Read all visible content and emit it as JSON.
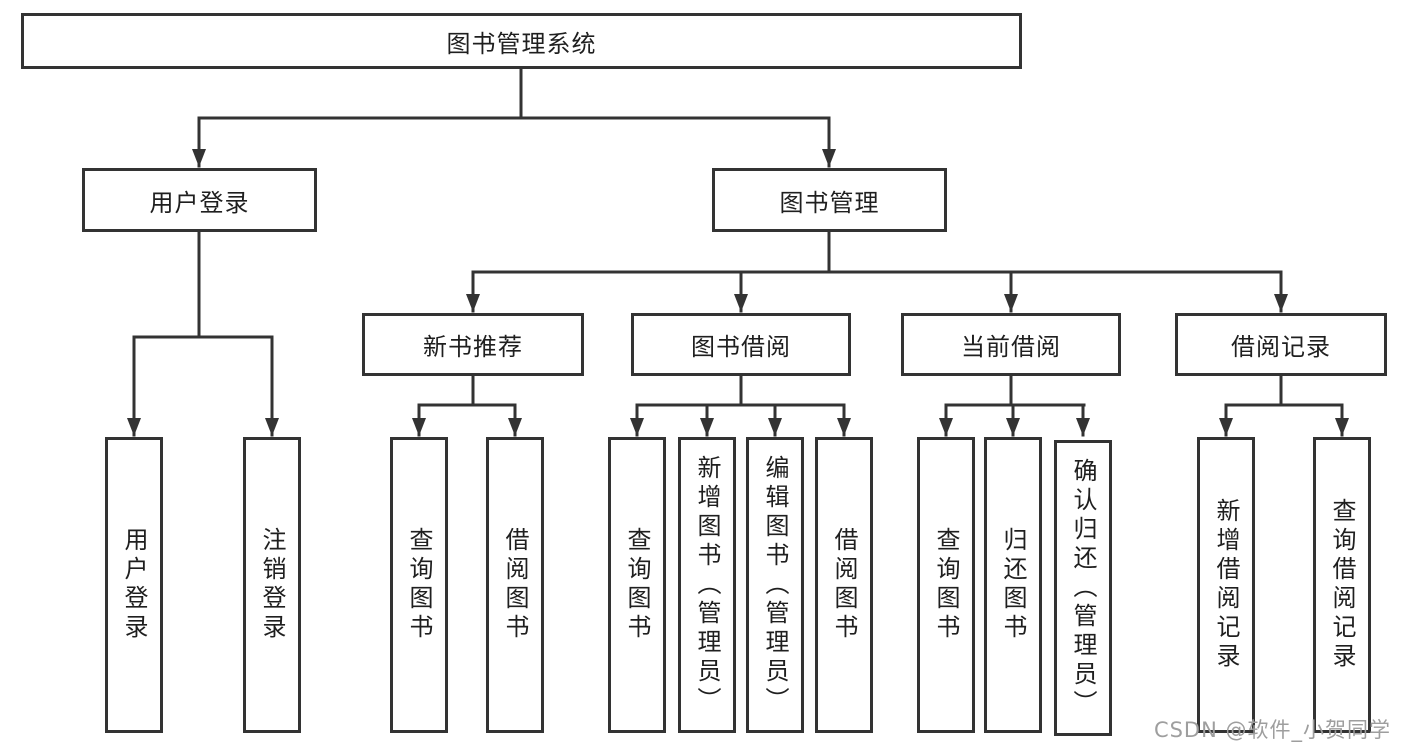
{
  "tree": {
    "root": "图书管理系统",
    "branches": [
      {
        "label": "用户登录",
        "children": [
          "用户登录",
          "注销登录"
        ]
      },
      {
        "label": "图书管理",
        "groups": [
          {
            "label": "新书推荐",
            "children": [
              "查询图书",
              "借阅图书"
            ]
          },
          {
            "label": "图书借阅",
            "children": [
              "查询图书",
              "新增图书（管理员）",
              "编辑图书（管理员）",
              "借阅图书"
            ]
          },
          {
            "label": "当前借阅",
            "children": [
              "查询图书",
              "归还图书",
              "确认归还（管理员）"
            ]
          },
          {
            "label": "借阅记录",
            "children": [
              "新增借阅记录",
              "查询借阅记录"
            ]
          }
        ]
      }
    ]
  },
  "watermark": {
    "text": "CSDN @软件_小贺同学"
  },
  "colors": {
    "line": "#333333",
    "box_border": "#333333",
    "box_fill": "#ffffff",
    "text": "#1f1f1f",
    "background": "#ffffff",
    "watermark": "#9e9e9e"
  }
}
